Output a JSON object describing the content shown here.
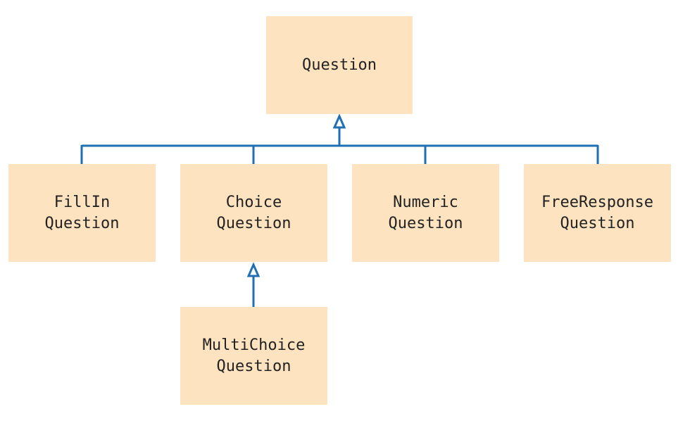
{
  "diagram": {
    "type": "class-hierarchy",
    "colors": {
      "box_fill": "#fde3c0",
      "connector": "#1f6fb2",
      "text": "#222222"
    },
    "nodes": {
      "question": {
        "lines": [
          "Question"
        ]
      },
      "fillin": {
        "lines": [
          "FillIn",
          "Question"
        ]
      },
      "choice": {
        "lines": [
          "Choice",
          "Question"
        ]
      },
      "numeric": {
        "lines": [
          "Numeric",
          "Question"
        ]
      },
      "freeresponse": {
        "lines": [
          "FreeResponse",
          "Question"
        ]
      },
      "multichoice": {
        "lines": [
          "MultiChoice",
          "Question"
        ]
      }
    },
    "edges": [
      {
        "from": "fillin",
        "to": "question",
        "kind": "inheritance"
      },
      {
        "from": "choice",
        "to": "question",
        "kind": "inheritance"
      },
      {
        "from": "numeric",
        "to": "question",
        "kind": "inheritance"
      },
      {
        "from": "freeresponse",
        "to": "question",
        "kind": "inheritance"
      },
      {
        "from": "multichoice",
        "to": "choice",
        "kind": "inheritance"
      }
    ]
  }
}
